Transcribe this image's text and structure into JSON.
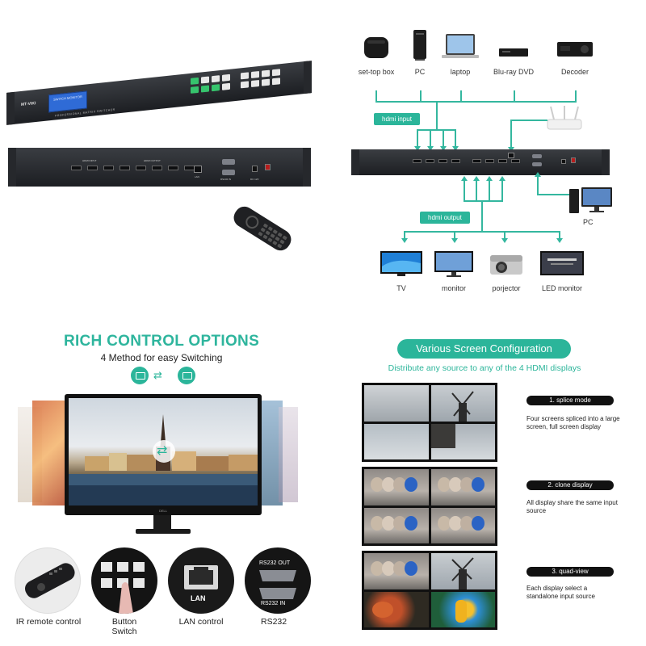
{
  "product": {
    "brand": "MT-VIKI",
    "lcd_text": "SWITCH MONITOR",
    "front_subtitle": "PROFESSIONAL MATRIX SWITCHER",
    "back_labels": {
      "hdmi_input": "HDMI INPUT",
      "hdmi_output": "HDMI OUTPUT",
      "lan": "LAN",
      "rs232": "RS232 IN",
      "power": "DC 12V"
    }
  },
  "diagram": {
    "sources": [
      {
        "label": "set-top box",
        "icon": "set-top-box-icon"
      },
      {
        "label": "PC",
        "icon": "pc-tower-icon"
      },
      {
        "label": "laptop",
        "icon": "laptop-icon"
      },
      {
        "label": "Blu-ray DVD",
        "icon": "bluray-player-icon"
      },
      {
        "label": "Decoder",
        "icon": "decoder-icon"
      }
    ],
    "hdmi_input_label": "hdmi input",
    "hdmi_output_label": "hdmi output",
    "pc_label": "PC",
    "displays": [
      {
        "label": "TV",
        "icon": "tv-icon"
      },
      {
        "label": "monitor",
        "icon": "monitor-icon"
      },
      {
        "label": "porjector",
        "icon": "projector-icon"
      },
      {
        "label": "LED monitor",
        "icon": "led-monitor-icon"
      }
    ],
    "accent_color": "#2bb59a"
  },
  "control": {
    "title": "RICH CONTROL OPTIONS",
    "subtitle": "4 Method for easy Switching",
    "methods": [
      {
        "label": "IR remote control",
        "icon": "ir-remote-icon"
      },
      {
        "label": "Button Switch",
        "icon": "button-panel-icon"
      },
      {
        "label": "LAN control",
        "icon": "lan-port-icon"
      },
      {
        "label": "RS232",
        "icon": "rs232-port-icon"
      }
    ],
    "lan_port_text": "LAN",
    "rs232_out_text": "RS232 OUT",
    "rs232_in_text": "RS232 IN",
    "monitor_brand": "DELL"
  },
  "screens": {
    "title": "Various Screen Configuration",
    "subtitle": "Distribute any source to any of the 4 HDMI displays",
    "modes": [
      {
        "name": "1. splice mode",
        "desc": "Four screens spliced into a large screen, full screen display"
      },
      {
        "name": "2. clone display",
        "desc": "All display share the same input source"
      },
      {
        "name": "3. quad-view",
        "desc": "Each display select a standalone input source"
      }
    ]
  }
}
